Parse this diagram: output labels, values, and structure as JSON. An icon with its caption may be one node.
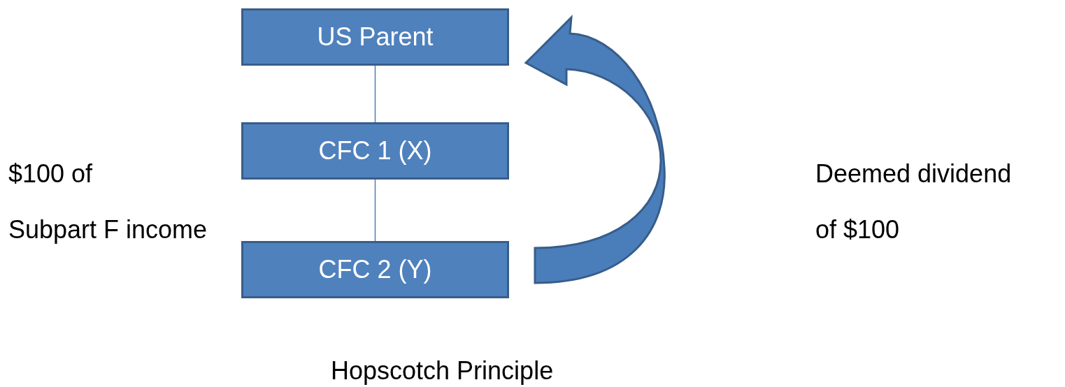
{
  "diagram": {
    "caption": "Hopscotch Principle",
    "nodes": [
      {
        "text": [
          "US Parent"
        ]
      },
      {
        "text": [
          "CFC 1 (X)"
        ]
      },
      {
        "text": [
          "CFC 2 (Y)"
        ]
      }
    ],
    "edges": [
      {
        "from": 0,
        "to": 1,
        "arrow": "none"
      },
      {
        "from": 1,
        "to": 2,
        "arrow": "none"
      },
      {
        "from": 2,
        "to": 0,
        "arrow": "to",
        "style": "thick"
      }
    ],
    "labels": [
      "$100 of",
      "Subpart F income",
      "Deemed dividend",
      "of $100"
    ]
  }
}
